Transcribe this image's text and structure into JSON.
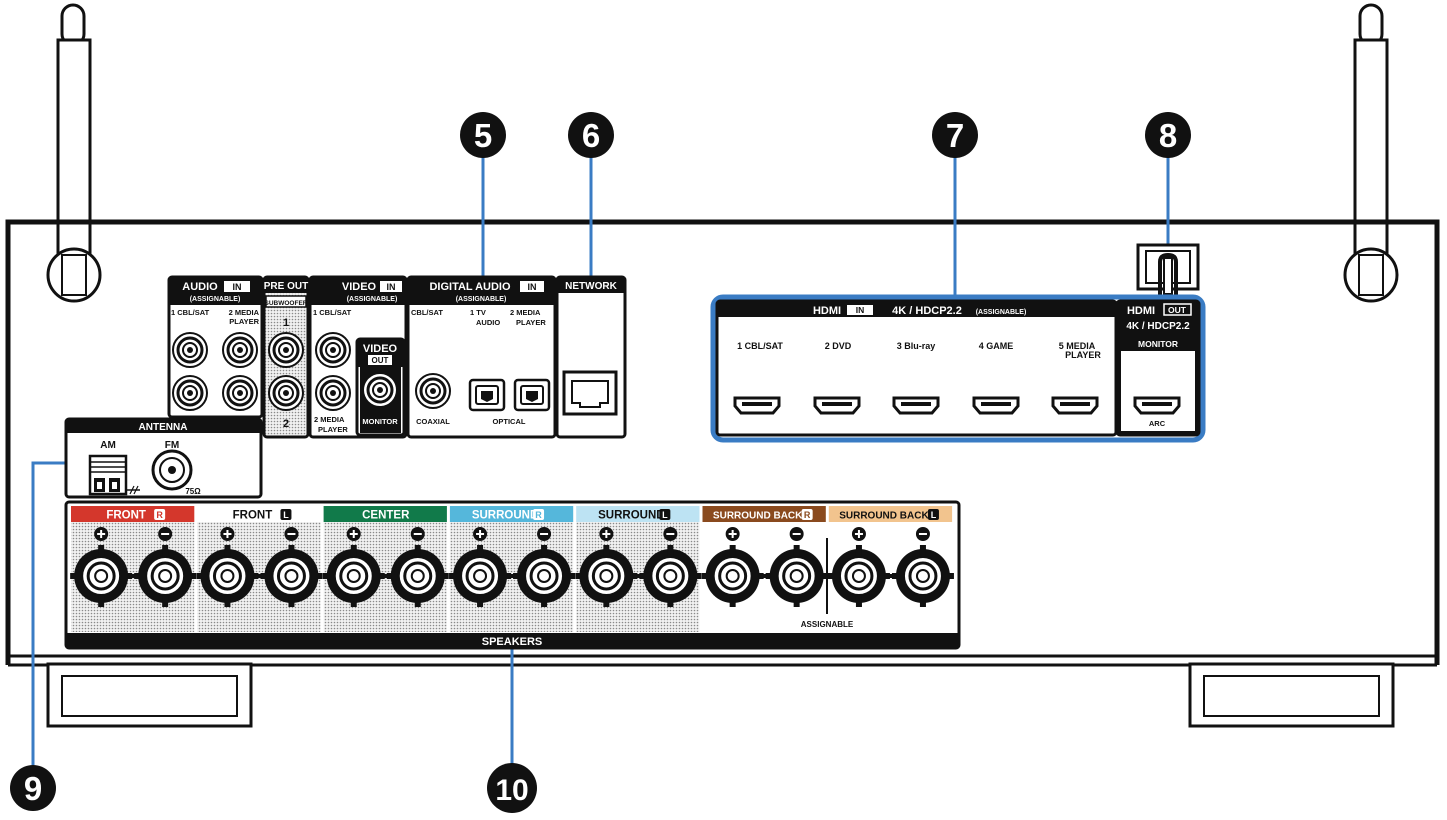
{
  "callouts": [
    "5",
    "6",
    "7",
    "8",
    "9",
    "10"
  ],
  "audio_in": {
    "title": "AUDIO",
    "badge": "IN",
    "sub": "(ASSIGNABLE)",
    "in1": "1 CBL/SAT",
    "in2a": "2  MEDIA",
    "in2b": "PLAYER"
  },
  "pre_out": {
    "title": "PRE OUT",
    "sub": "SUBWOOFER",
    "n1": "1",
    "n2": "2"
  },
  "video_in": {
    "title": "VIDEO",
    "badge": "IN",
    "sub": "(ASSIGNABLE)",
    "in1": "1 CBL/SAT",
    "in2a": "2  MEDIA",
    "in2b": "PLAYER"
  },
  "video_out": {
    "title": "VIDEO",
    "badge": "OUT",
    "label": "MONITOR"
  },
  "digital_audio": {
    "title": "DIGITAL AUDIO",
    "badge": "IN",
    "sub": "(ASSIGNABLE)",
    "cbl": "CBL/SAT",
    "tv1": "1   TV",
    "tv2": "AUDIO",
    "mp1": "2  MEDIA",
    "mp2": "PLAYER",
    "coaxial": "COAXIAL",
    "optical": "OPTICAL"
  },
  "network": {
    "title": "NETWORK"
  },
  "hdmi_in": {
    "title": "HDMI",
    "badge": "IN",
    "spec": "4K / HDCP2.2",
    "sub": "(ASSIGNABLE)",
    "ports": [
      {
        "l1": "1  CBL/SAT",
        "l2": ""
      },
      {
        "l1": "2  DVD",
        "l2": ""
      },
      {
        "l1": "3  Blu-ray",
        "l2": ""
      },
      {
        "l1": "4  GAME",
        "l2": ""
      },
      {
        "l1": "5  MEDIA",
        "l2": "PLAYER"
      }
    ]
  },
  "hdmi_out": {
    "title": "HDMI",
    "badge": "OUT",
    "spec": "4K / HDCP2.2",
    "monitor": "MONITOR",
    "arc": "ARC"
  },
  "antenna": {
    "title": "ANTENNA",
    "am": "AM",
    "fm": "FM",
    "ohm": "75Ω"
  },
  "speakers": {
    "title": "SPEAKERS",
    "assignable": "ASSIGNABLE",
    "channels": [
      {
        "label": "FRONT",
        "badge": "R",
        "color": "#d4372c"
      },
      {
        "label": "FRONT",
        "badge": "L",
        "color": "#ffffff"
      },
      {
        "label": "CENTER",
        "badge": "",
        "color": "#117a4a"
      },
      {
        "label": "SURROUND",
        "badge": "R",
        "color": "#55b7db"
      },
      {
        "label": "SURROUND",
        "badge": "L",
        "color": "#bde3f3"
      },
      {
        "label": "SURROUND BACK",
        "badge": "R",
        "color": "#8a4a1e"
      },
      {
        "label": "SURROUND BACK",
        "badge": "L",
        "color": "#f2c48e"
      }
    ]
  },
  "colors": {
    "callout_line": "#3a7cc4",
    "outline": "#111111"
  }
}
